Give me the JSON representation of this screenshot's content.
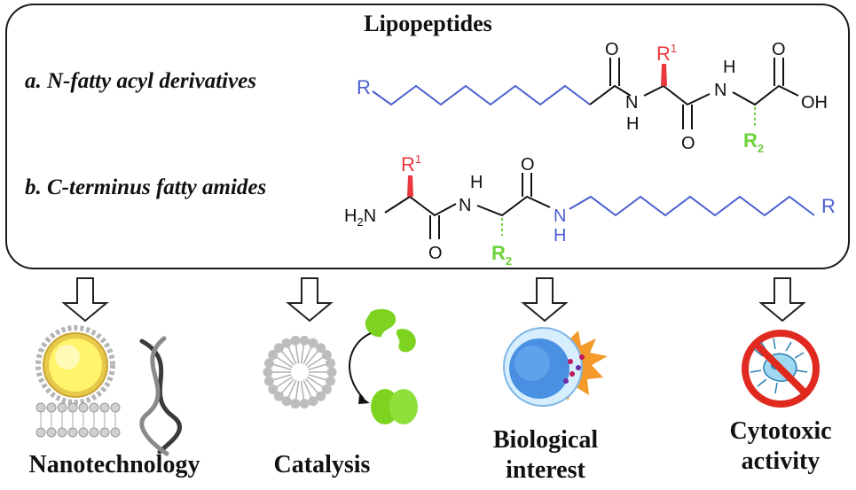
{
  "title": "Lipopeptides",
  "rows": [
    {
      "label": "a. N-fatty acyl derivatives"
    },
    {
      "label": "b. C-terminus fatty amides"
    }
  ],
  "chem": {
    "R": "R",
    "R1_base": "R",
    "R1_sup": "1",
    "R2_base": "R",
    "R2_sub": "2",
    "O": "O",
    "H": "H",
    "N": "N",
    "OH": "OH",
    "H2N": "H₂N"
  },
  "applications": [
    {
      "label": "Nanotechnology"
    },
    {
      "label": "Catalysis"
    },
    {
      "label_line1": "Biological",
      "label_line2": "interest"
    },
    {
      "label_line1": "Cytotoxic",
      "label_line2": "activity"
    }
  ],
  "colors": {
    "alkyl_chain": "#4a5fcf",
    "r1": "#e8383d",
    "r2": "#6cd23a",
    "bond": "#111111",
    "enzyme": "#7ed321",
    "vesicle_core": "#fff46a",
    "cell": "#4a90e2",
    "burst": "#f39a2b",
    "prohibit": "#e02a1f"
  },
  "icons": [
    "liposome-icon",
    "dna-helix-icon",
    "lipid-bilayer-icon",
    "micelle-icon",
    "enzyme-icon",
    "cell-icon",
    "prohibited-bacterium-icon"
  ]
}
